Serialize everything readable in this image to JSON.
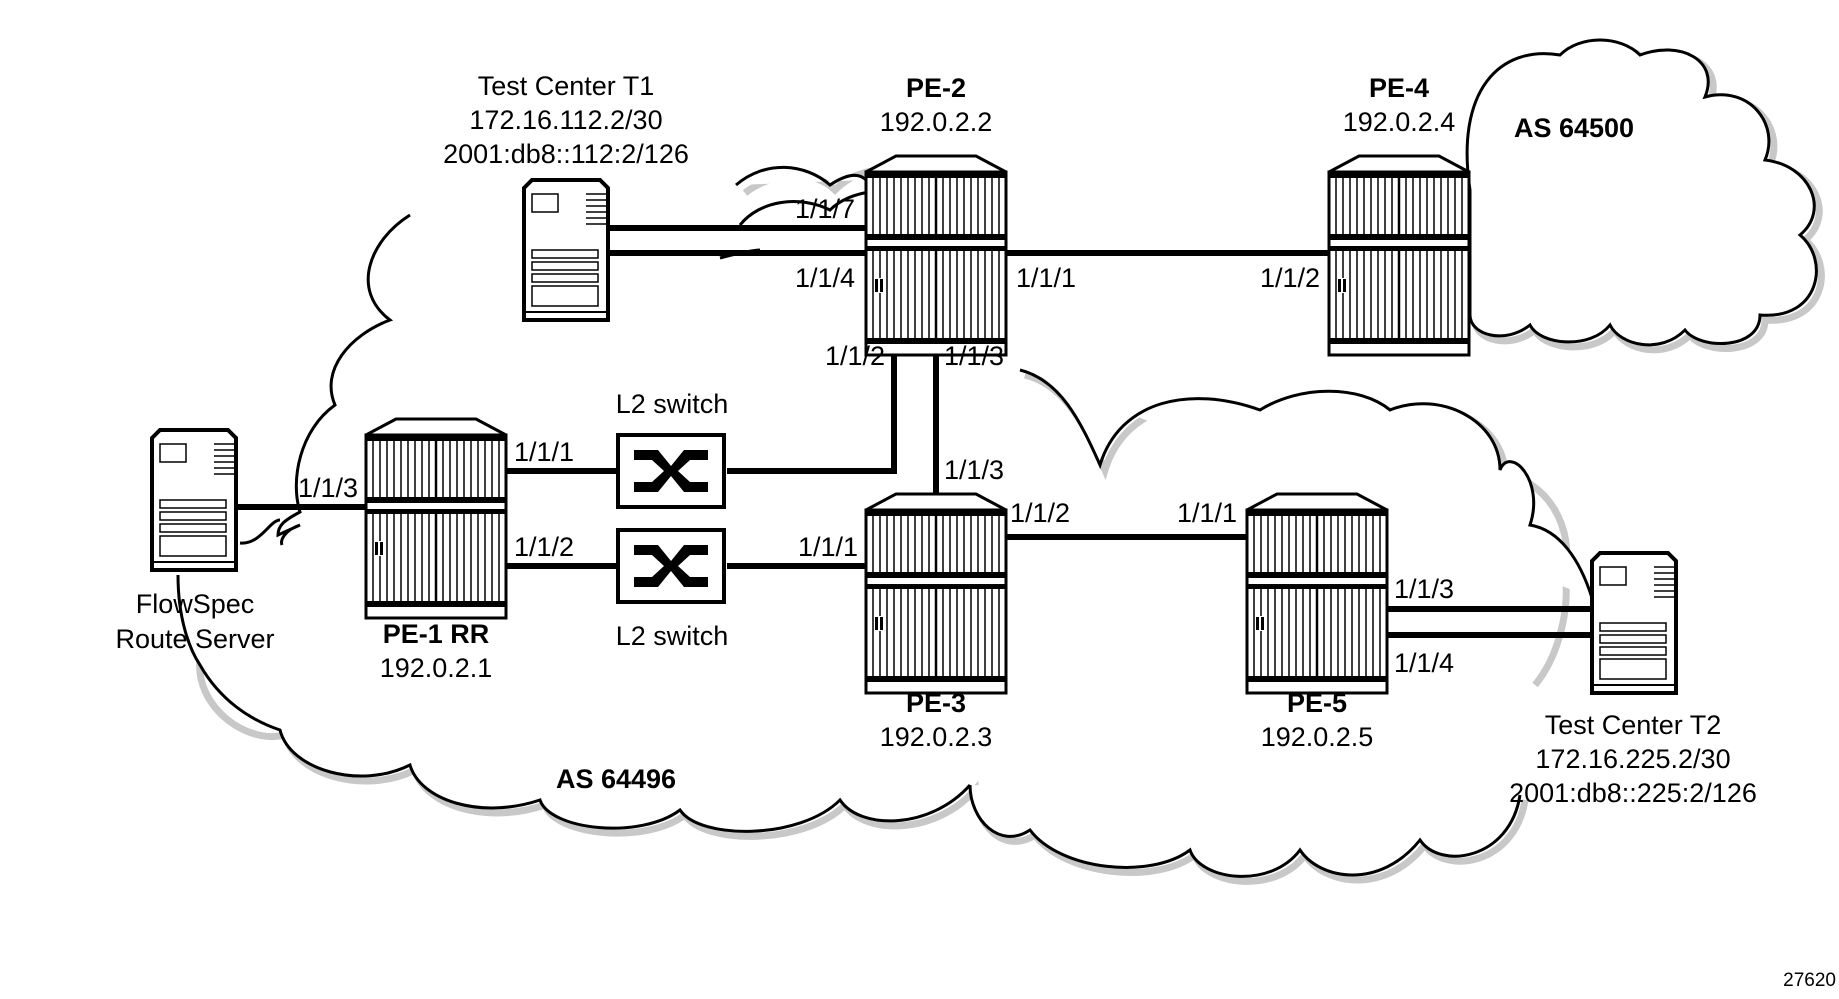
{
  "figure_id": "27620",
  "clouds": [
    {
      "id": "as64496",
      "label": "AS 64496"
    },
    {
      "id": "as64500",
      "label": "AS 64500"
    }
  ],
  "routers": [
    {
      "id": "pe1",
      "name": "PE-1 RR",
      "ip": "192.0.2.1"
    },
    {
      "id": "pe2",
      "name": "PE-2",
      "ip": "192.0.2.2"
    },
    {
      "id": "pe3",
      "name": "PE-3",
      "ip": "192.0.2.3"
    },
    {
      "id": "pe4",
      "name": "PE-4",
      "ip": "192.0.2.4"
    },
    {
      "id": "pe5",
      "name": "PE-5",
      "ip": "192.0.2.5"
    }
  ],
  "servers": [
    {
      "id": "t1",
      "lines": [
        "Test Center T1",
        "172.16.112.2/30",
        "2001:db8::112:2/126"
      ]
    },
    {
      "id": "t2",
      "lines": [
        "Test Center T2",
        "172.16.225.2/30",
        "2001:db8::225:2/126"
      ]
    },
    {
      "id": "fs",
      "lines": [
        "FlowSpec",
        "Route Server"
      ]
    }
  ],
  "switches": [
    {
      "id": "sw1",
      "label": "L2 switch"
    },
    {
      "id": "sw2",
      "label": "L2 switch"
    }
  ],
  "ports": {
    "pe2_t1_a": "1/1/7",
    "pe2_t1_b": "1/1/4",
    "pe2_pe4": "1/1/1",
    "pe4_pe2": "1/1/2",
    "pe2_sw1": "1/1/2",
    "pe2_pe3": "1/1/3",
    "pe3_pe2": "1/1/3",
    "pe1_fs": "1/1/3",
    "pe1_sw1": "1/1/1",
    "pe1_sw2": "1/1/2",
    "pe3_sw2": "1/1/1",
    "pe3_pe5": "1/1/2",
    "pe5_pe3": "1/1/1",
    "pe5_t2_a": "1/1/3",
    "pe5_t2_b": "1/1/4"
  }
}
